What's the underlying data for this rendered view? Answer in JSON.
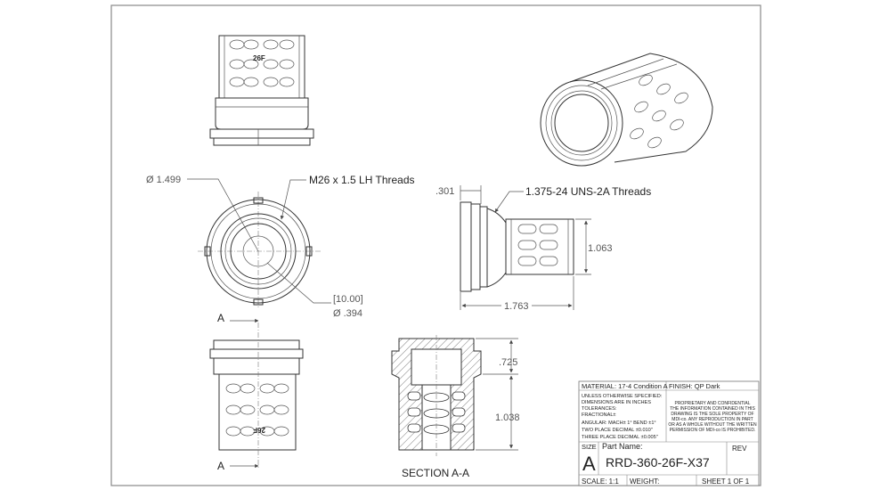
{
  "annotations": {
    "dia_149": "Ø 1.499",
    "thread_m26": "M26 x 1.5 LH Threads",
    "dim_1000": "[10.00]",
    "dia_394": "Ø .394",
    "dim_301": ".301",
    "thread_1375": "1.375-24 UNS-2A Threads",
    "dim_1063": "1.063",
    "dim_1763": "1.763",
    "dim_725": ".725",
    "dim_1038": "1.038",
    "section_marker_top": "A",
    "section_marker_bottom": "A",
    "section_label": "SECTION A-A",
    "part_engraving_top": "26F",
    "part_engraving_side": "26F"
  },
  "title_block": {
    "material": "MATERIAL: 17-4 Condition A",
    "finish": "FINISH: QP Dark",
    "notes": [
      "UNLESS OTHERWISE SPECIFIED:",
      "DIMENSIONS ARE IN INCHES",
      "TOLERANCES:",
      "FRACTIONAL±",
      "ANGULAR: MACH± 1°  BEND ±1°",
      "TWO PLACE DECIMAL   ±0.010\"",
      "THREE PLACE DECIMAL  ±0.005\""
    ],
    "proprietary": [
      "PROPRIETARY AND CONFIDENTIAL",
      "THE INFORMATION CONTAINED IN THIS",
      "DRAWING IS THE SOLE PROPERTY OF",
      "MDI-co. ANY REPRODUCTION IN PART",
      "OR AS A WHOLE WITHOUT THE WRITTEN",
      "PERMISSION OF MDI-co IS PROHIBITED."
    ],
    "size_label": "SIZE",
    "size_value": "A",
    "part_name_label": "Part Name:",
    "part_name": "RRD-360-26F-X37",
    "rev_label": "REV",
    "scale": "SCALE: 1:1",
    "weight": "WEIGHT:",
    "sheet": "SHEET 1 OF 1"
  }
}
